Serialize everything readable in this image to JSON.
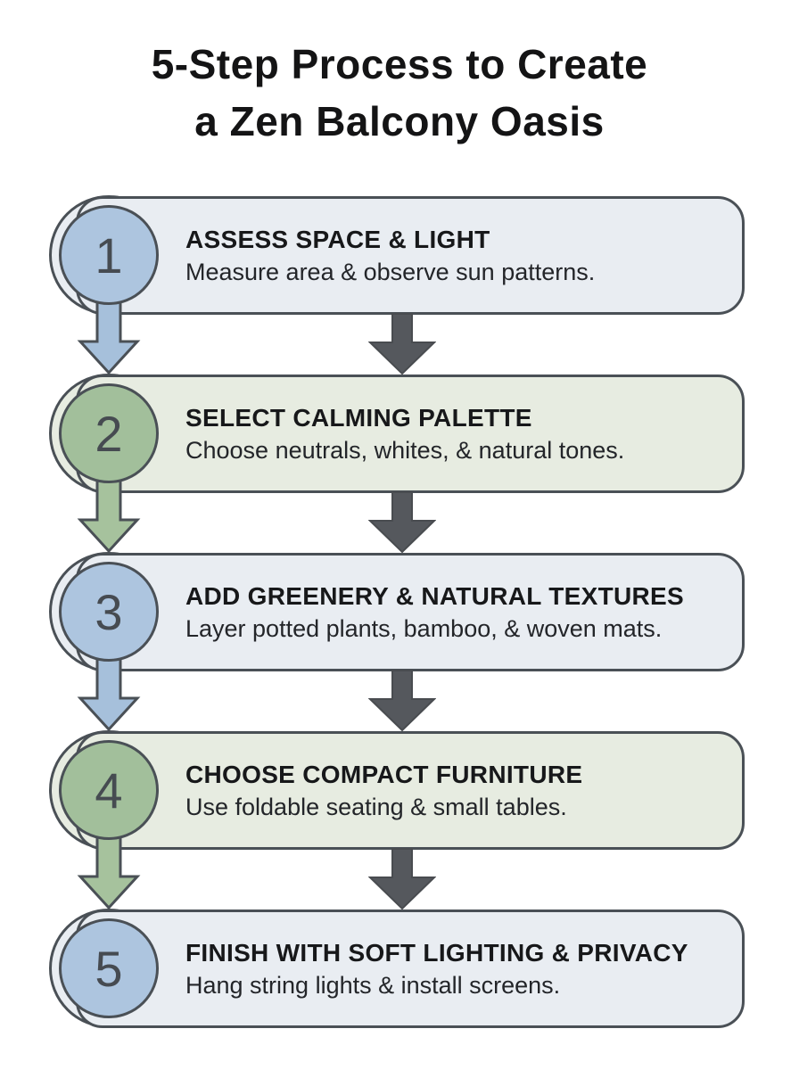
{
  "page": {
    "title_line1": "5-Step Process to Create",
    "title_line2": "a Zen Balcony Oasis"
  },
  "colors": {
    "outline": "#4a5056",
    "card_blue": "#e9edf2",
    "card_green": "#e7ece1",
    "circle_blue": "#adc5df",
    "circle_green": "#a2bf9b",
    "arrow_blue": "#a6c0db",
    "arrow_green": "#a6c29d",
    "arrow_dark": "#55585d",
    "number_text": "#464b51",
    "heading_text": "#17181a",
    "body_text": "#232529",
    "background": "#ffffff"
  },
  "steps": [
    {
      "number": "1",
      "title": "ASSESS SPACE & LIGHT",
      "description": "Measure area & observe sun patterns.",
      "variant": "blue"
    },
    {
      "number": "2",
      "title": "SELECT CALMING PALETTE",
      "description": "Choose neutrals, whites, & natural tones.",
      "variant": "green"
    },
    {
      "number": "3",
      "title": "ADD GREENERY & NATURAL TEXTURES",
      "description": "Layer potted plants, bamboo, & woven mats.",
      "variant": "blue"
    },
    {
      "number": "4",
      "title": "CHOOSE COMPACT FURNITURE",
      "description": "Use foldable seating & small tables.",
      "variant": "green"
    },
    {
      "number": "5",
      "title": "FINISH WITH SOFT LIGHTING & PRIVACY",
      "description": "Hang string lights & install screens.",
      "variant": "blue"
    }
  ]
}
